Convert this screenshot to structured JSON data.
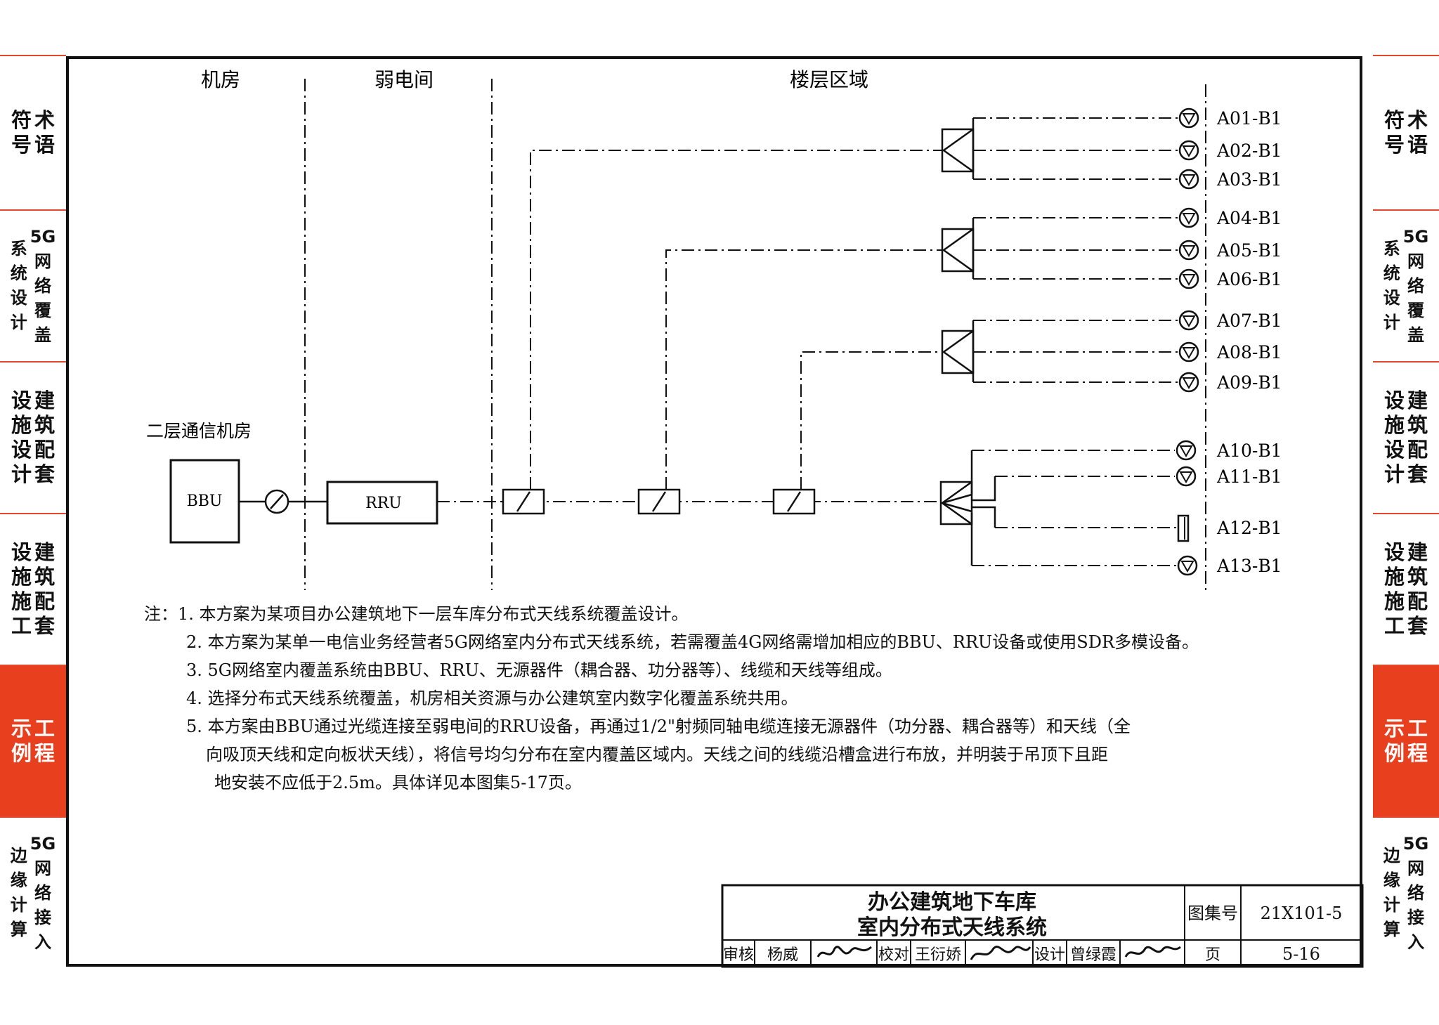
{
  "side_tabs": [
    {
      "id": "terms",
      "cols": [
        "术语",
        "符号"
      ],
      "active": false
    },
    {
      "id": "5g-design",
      "cols": [
        "5G网络覆盖",
        "系统设计"
      ],
      "active": false
    },
    {
      "id": "facility-design",
      "cols": [
        "建筑配套",
        "设施设计"
      ],
      "active": false
    },
    {
      "id": "facility-construction",
      "cols": [
        "建筑配套",
        "设施施工"
      ],
      "active": false
    },
    {
      "id": "example",
      "cols": [
        "工程",
        "示例"
      ],
      "active": true
    },
    {
      "id": "edge",
      "cols": [
        "5G网络接入",
        "边缘计算"
      ],
      "active": false
    }
  ],
  "zones": {
    "machine_room": "机房",
    "weak_room": "弱电间",
    "floor_area": "楼层区域"
  },
  "room_label": "二层通信机房",
  "devices": {
    "bbu": "BBU",
    "rru": "RRU"
  },
  "antennas": [
    "A01-B1",
    "A02-B1",
    "A03-B1",
    "A04-B1",
    "A05-B1",
    "A06-B1",
    "A07-B1",
    "A08-B1",
    "A09-B1",
    "A10-B1",
    "A11-B1",
    "A12-B1",
    "A13-B1"
  ],
  "notes": [
    "注：1. 本方案为某项目办公建筑地下一层车库分布式天线系统覆盖设计。",
    "2. 本方案为某单一电信业务经营者5G网络室内分布式天线系统，若需覆盖4G网络需增加相应的BBU、RRU设备或使用SDR多模设备。",
    "3. 5G网络室内覆盖系统由BBU、RRU、无源器件（耦合器、功分器等）、线缆和天线等组成。",
    "4. 选择分布式天线系统覆盖，机房相关资源与办公建筑室内数字化覆盖系统共用。",
    "5. 本方案由BBU通过光缆连接至弱电间的RRU设备，再通过1/2\"射频同轴电缆连接无源器件（功分器、耦合器等）和天线（全",
    "向吸顶天线和定向板状天线），将信号均匀分布在室内覆盖区域内。天线之间的线缆沿槽盒进行布放，并明装于吊顶下且距",
    "地安装不应低于2.5m。具体详见本图集5-17页。"
  ],
  "title_block": {
    "title_line1": "办公建筑地下车库",
    "title_line2": "室内分布式天线系统",
    "atlas_label": "图集号",
    "atlas_no": "21X101-5",
    "review_label": "审核",
    "reviewer": "杨威",
    "check_label": "校对",
    "checker": "王衍娇",
    "design_label": "设计",
    "designer": "曾绿霞",
    "page_label": "页",
    "page_no": "5-16"
  }
}
